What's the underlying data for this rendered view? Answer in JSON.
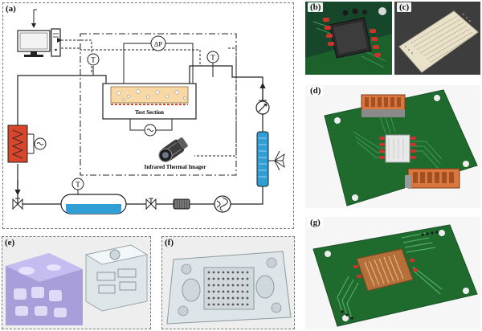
{
  "panels": {
    "a": {
      "label": "(a)",
      "delta_p": "ΔP",
      "temp_symbol": "T",
      "test_section": "Test Section",
      "imager": "Infrared Thermal Imager"
    },
    "b": {
      "label": "(b)"
    },
    "c": {
      "label": "(c)"
    },
    "d": {
      "label": "(d)"
    },
    "e": {
      "label": "(e)"
    },
    "f": {
      "label": "(f)"
    },
    "g": {
      "label": "(g)"
    }
  },
  "colors": {
    "pcb_green": "#1f6b2e",
    "heater_red": "#d8462c",
    "water_blue": "#2f9fd6",
    "copper": "#b5703a",
    "connector_orange": "#d9773f"
  }
}
